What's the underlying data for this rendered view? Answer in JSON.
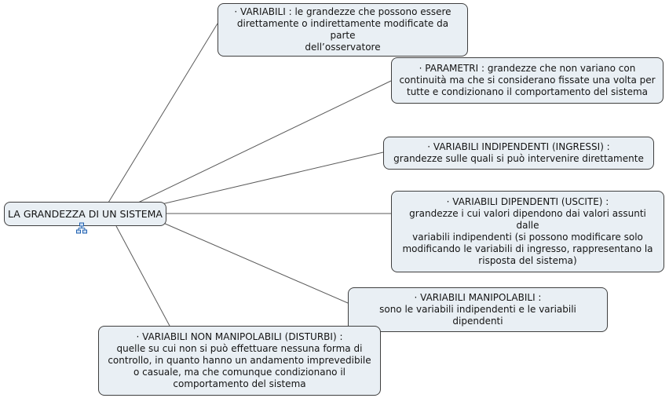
{
  "root": {
    "label": "LA GRANDEZZA DI UN SISTEMA",
    "icon": "sitemap-icon"
  },
  "nodes": [
    {
      "text": "· VARIABILI : le grandezze che possono essere\ndirettamente o indirettamente modificate da parte\ndell’osservatore"
    },
    {
      "text": "· PARAMETRI : grandezze che non variano con\ncontinuità ma che si considerano fissate una volta per\ntutte e condizionano il comportamento del sistema"
    },
    {
      "text": "· VARIABILI INDIPENDENTI (INGRESSI) :\ngrandezze sulle quali si può intervenire direttamente"
    },
    {
      "text": "· VARIABILI DIPENDENTI (USCITE) :\ngrandezze i cui valori dipendono dai valori assunti dalle\nvariabili indipendenti (si possono modificare solo\nmodificando le variabili di ingresso, rappresentano la\nrisposta del sistema)"
    },
    {
      "text": "· VARIABILI MANIPOLABILI :\nsono le variabili indipendenti e le variabili dipendenti"
    },
    {
      "text": "· VARIABILI NON MANIPOLABILI (DISTURBI) :\nquelle su cui non si può effettuare nessuna forma di\ncontrollo, in quanto hanno un andamento imprevedibile\no casuale, ma che comunque condizionano il\ncomportamento del sistema"
    }
  ],
  "colors": {
    "node_fill": "#e9eff4",
    "node_border": "#3f3f3f",
    "connector": "#5a5a5a",
    "icon_blue": "#1f5fae",
    "background": "#ffffff"
  }
}
